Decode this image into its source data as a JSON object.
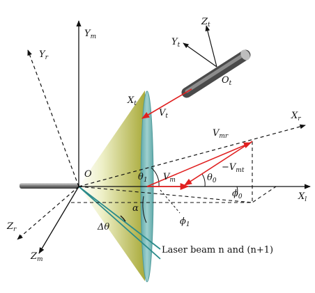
{
  "labels": {
    "Ym": {
      "main": "Y",
      "sub": "m"
    },
    "Yr": {
      "main": "Y",
      "sub": "r"
    },
    "Zt": {
      "main": "Z",
      "sub": "t"
    },
    "Yt": {
      "main": "Y",
      "sub": "t"
    },
    "Ot": {
      "main": "O",
      "sub": "t"
    },
    "Xt": {
      "main": "X",
      "sub": "t"
    },
    "Vt": {
      "main": "V",
      "sub": "t"
    },
    "Xr": {
      "main": "X",
      "sub": "r"
    },
    "Vmr": {
      "main": "V",
      "sub": "mr"
    },
    "Vmt": {
      "prefix": "−",
      "main": "V",
      "sub": "mt"
    },
    "O": {
      "main": "O"
    },
    "theta1": {
      "main": "θ",
      "sub": "1"
    },
    "Vm": {
      "main": "V",
      "sub": "m"
    },
    "theta0": {
      "main": "θ",
      "sub": "0"
    },
    "phi0": {
      "main": "ϕ",
      "sub": "0"
    },
    "Xl": {
      "main": "X",
      "sub": "l"
    },
    "alpha": {
      "main": "α"
    },
    "dtheta": {
      "main": "Δθ"
    },
    "phi1": {
      "main": "ϕ",
      "sub": "1"
    },
    "Zr": {
      "main": "Z",
      "sub": "r"
    },
    "Zm": {
      "main": "Z",
      "sub": "m"
    }
  },
  "laser_caption": "Laser beam n and (n+1)",
  "colors": {
    "axis": "#111111",
    "vector": "#e02020",
    "cone_light": "#f2f2d6",
    "cone_dark": "#a8a838",
    "disk": "#7fbfbf",
    "beam": "#2a8a8a",
    "rod_light": "#b8b8b8",
    "rod_dark": "#4a4a4a"
  }
}
